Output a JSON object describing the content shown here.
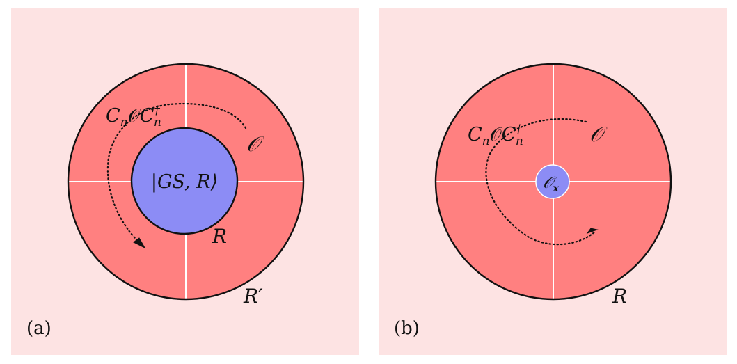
{
  "colors": {
    "panel_bg": "#fde3e3",
    "region_fill": "#ff8080",
    "inner_fill": "#8c8cf5",
    "outline": "#111111",
    "divider": "#ffffff"
  },
  "panel_a": {
    "caption": "(a)",
    "operator_label": "𝒪",
    "rotated_label": "C_nOC_n†",
    "ground_state_label": "|GS, R⟩",
    "inner_radius_label": "R",
    "outer_radius_label": "R′"
  },
  "panel_b": {
    "caption": "(b)",
    "operator_label": "𝒪",
    "rotated_label": "C_nOC_n†",
    "local_operator_label": "𝒪_x",
    "outer_radius_label": "R"
  }
}
